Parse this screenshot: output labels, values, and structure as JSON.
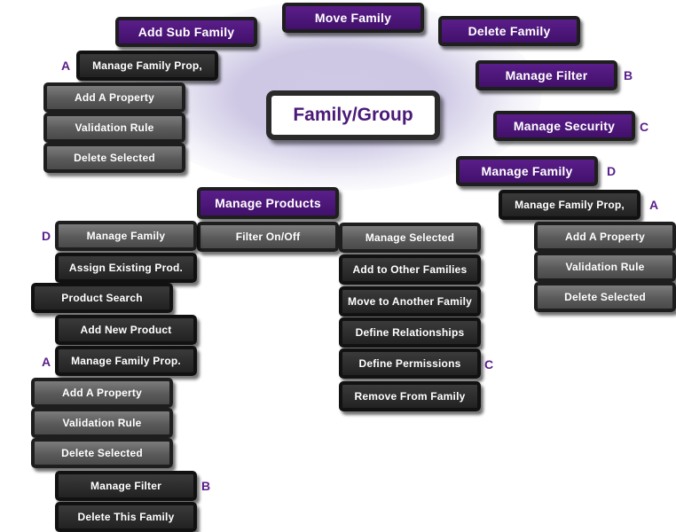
{
  "center": {
    "label": "Family/Group"
  },
  "buttons": {
    "move_family": "Move Family",
    "add_sub_family": "Add Sub Family",
    "delete_family": "Delete Family",
    "manage_family_prop_tl": "Manage Family Prop,",
    "manage_filter_top": "Manage Filter",
    "add_a_property_tl": "Add A Property",
    "validation_rule_tl": "Validation Rule",
    "delete_selected_tl": "Delete Selected",
    "manage_security": "Manage Security",
    "manage_family_right": "Manage Family",
    "manage_family_prop_right": "Manage Family Prop,",
    "add_a_property_right": "Add A Property",
    "validation_rule_right": "Validation Rule",
    "delete_selected_right": "Delete Selected",
    "manage_products": "Manage Products",
    "filter_on_off": "Filter On/Off",
    "manage_family_left": "Manage Family",
    "assign_existing_prod": "Assign Existing Prod.",
    "product_search": "Product Search",
    "add_new_product": "Add New Product",
    "manage_family_prop_left": "Manage Family Prop.",
    "add_a_property_left": "Add A Property",
    "validation_rule_left": "Validation Rule",
    "delete_selected_left": "Delete Selected",
    "manage_filter_bottom": "Manage Filter",
    "delete_this_family": "Delete This Family",
    "manage_selected": "Manage Selected",
    "add_to_other_families": "Add to Other Families",
    "move_to_another_family": "Move to Another Family",
    "define_relationships": "Define Relationships",
    "define_permissions": "Define Permissions",
    "remove_from_family": "Remove From Family"
  },
  "letters": {
    "a_tl": "A",
    "b_top": "B",
    "c_security": "C",
    "d_right": "D",
    "a_right": "A",
    "d_left": "D",
    "a_left": "A",
    "b_bottom": "B",
    "c_permissions": "C"
  }
}
